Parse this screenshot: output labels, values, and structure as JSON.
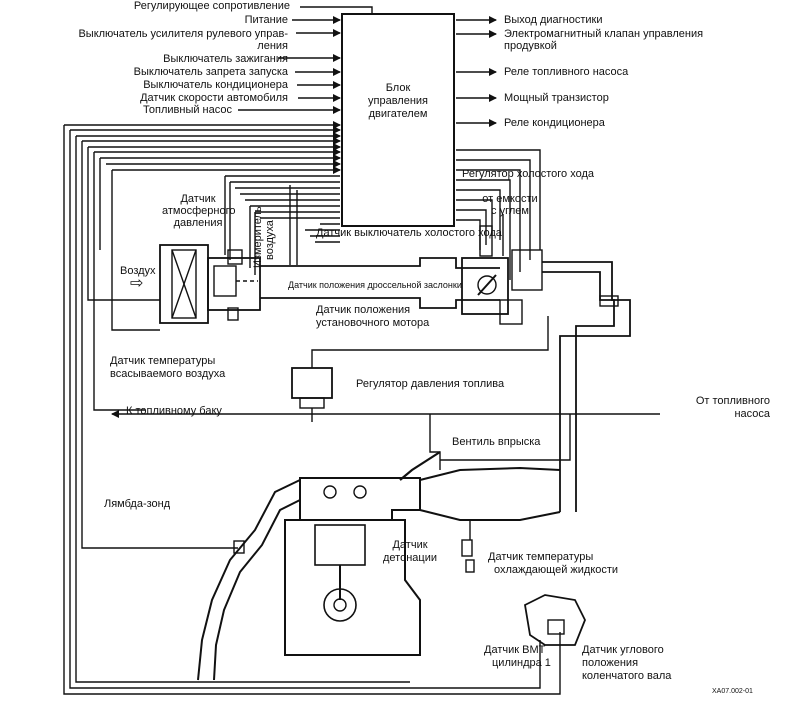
{
  "ecu": {
    "title_lines": [
      "Блок",
      "управления",
      "двигателем"
    ],
    "inputs": [
      "Регулирующее сопротивление",
      "Питание",
      "Выключатель усилителя рулевого управ-",
      "ления",
      "Выключатель зажигания",
      "Выключатель запрета запуска",
      "Выключатель кондиционера",
      "Датчик скорости автомобиля",
      "Топливный насос"
    ],
    "outputs": [
      "Выход диагностики",
      "Электромагнитный клапан управления",
      "продувкой",
      "Реле топливного насоса",
      "Мощный транзистор",
      "Реле кондиционера"
    ]
  },
  "components": {
    "idle_regulator": "Регулятор холостого хода",
    "from_canister_1": "от емкости",
    "from_canister_2": "с углем",
    "atm_sensor_1": "Датчик",
    "atm_sensor_2": "атмосферного",
    "atm_sensor_3": "давления",
    "air_meter_1": "Измеритель",
    "air_meter_2": "воздуха",
    "idle_switch": "Датчик выключатель холостого хода",
    "air": "Воздух",
    "throttle_sensor": "Датчик положения дроссельной заслонки",
    "motor_pos_1": "Датчик положения",
    "motor_pos_2": "установочного мотора",
    "intake_temp_1": "Датчик температуры",
    "intake_temp_2": "всасываемого воздуха",
    "fuel_pressure_reg": "Регулятор давления топлива",
    "to_tank": "К топливному баку",
    "from_pump_1": "От топливного",
    "from_pump_2": "насоса",
    "injector": "Вентиль впрыска",
    "lambda": "Лямбда-зонд",
    "knock_1": "Датчик",
    "knock_2": "детонации",
    "coolant_1": "Датчик температуры",
    "coolant_2": "охлаждающей жидкости",
    "tdc_1": "Датчик ВМТ",
    "tdc_2": "цилиндра 1",
    "crank_1": "Датчик углового",
    "crank_2": "положения",
    "crank_3": "коленчатого вала"
  },
  "figure_code": "ХА07.002-01"
}
